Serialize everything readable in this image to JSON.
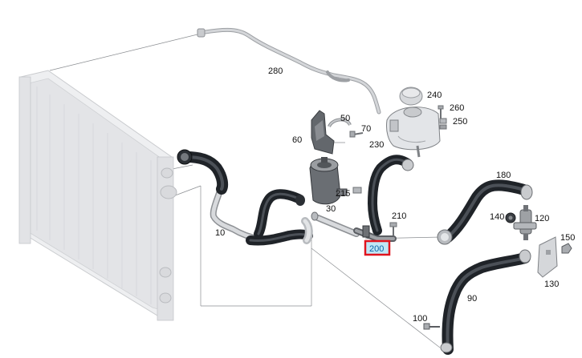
{
  "diagram": {
    "highlighted_part": "200",
    "labels": {
      "p10": "10",
      "p30": "30",
      "p50": "50",
      "p60": "60",
      "p70": "70",
      "p90": "90",
      "p100": "100",
      "p120": "120",
      "p130": "130",
      "p140": "140",
      "p150": "150",
      "p180": "180",
      "p200": "200",
      "p210": "210",
      "p215": "215",
      "p230": "230",
      "p240": "240",
      "p250": "250",
      "p260": "260",
      "p280": "280"
    },
    "colors": {
      "highlight_border": "#e0141e",
      "highlight_fill": "#bfe6f5",
      "hose": "#1f2328",
      "pipe": "#b9bcc0",
      "radiator": "#e9eaec"
    }
  }
}
